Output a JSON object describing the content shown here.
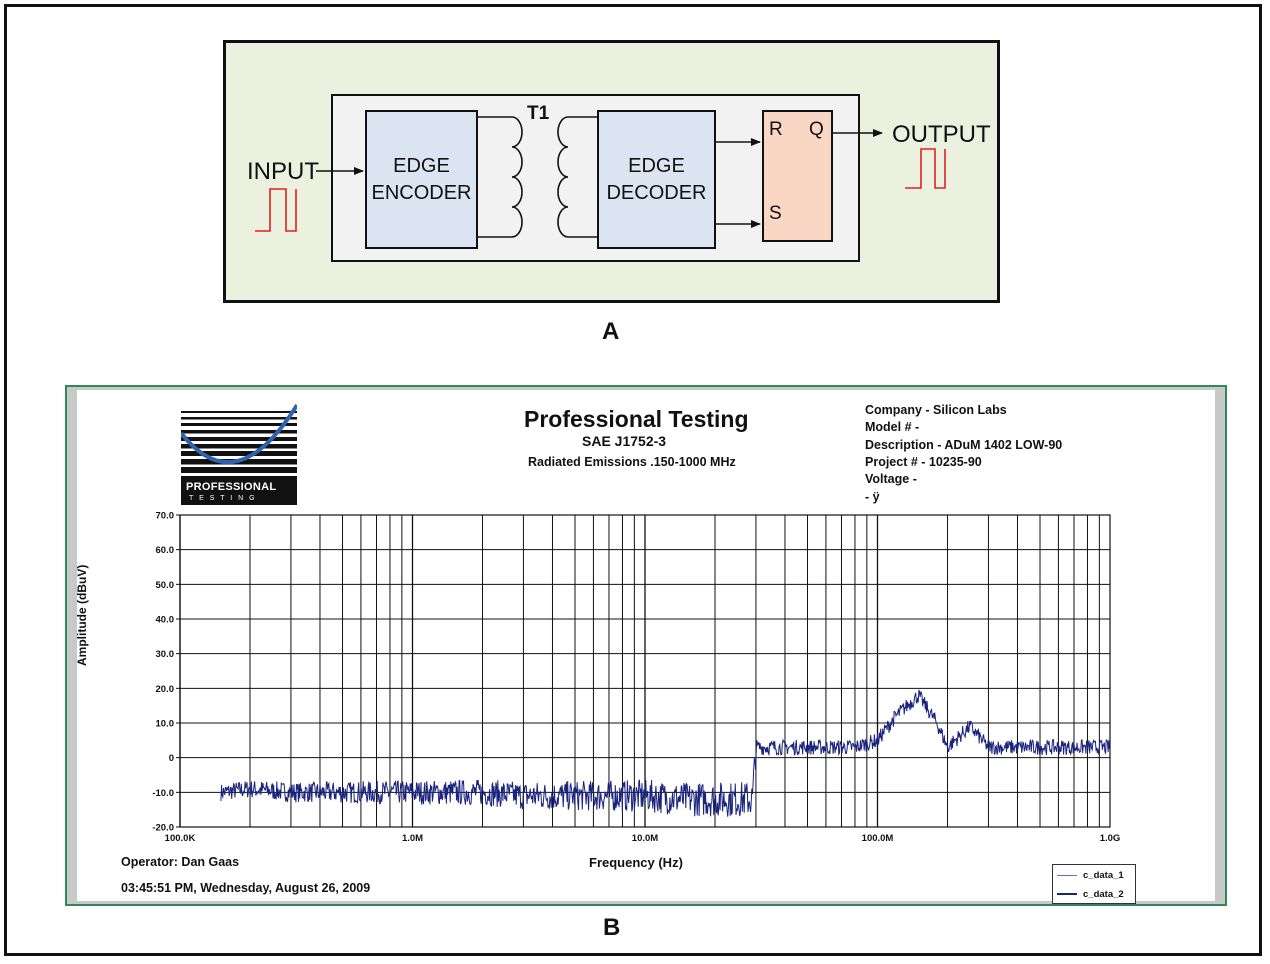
{
  "panel_a": {
    "tag": "A",
    "input_label": "INPUT",
    "output_label": "OUTPUT",
    "transformer_label": "T1",
    "encoder_line1": "EDGE",
    "encoder_line2": "ENCODER",
    "decoder_line1": "EDGE",
    "decoder_line2": "DECODER",
    "latch_r": "R",
    "latch_q": "Q",
    "latch_s": "S",
    "signal_color": "#e02020",
    "block_fill": "#dbe5f1",
    "latch_fill": "#f9d7c4",
    "panel_fill": "#ebf1de"
  },
  "panel_b": {
    "tag": "B",
    "title": "Professional Testing",
    "subtitle": "SAE J1752-3",
    "subtitle2": "Radiated Emissions .150-1000 MHz",
    "info": [
      "Company - Silicon Labs",
      "Model # -",
      "Description - ADuM 1402 LOW-90",
      "Project # - 10235-90",
      "Voltage -",
      " - ÿ"
    ],
    "logo_text_1": "PROFESSIONAL",
    "logo_text_2": "T E S T I N G",
    "operator": "Operator: Dan Gaas",
    "timestamp": "03:45:51 PM, Wednesday, August 26, 2009",
    "frame_color": "#2e8b57"
  },
  "chart_data": {
    "type": "line",
    "title": "",
    "xlabel": "Frequency (Hz)",
    "ylabel": "Amplitude (dBuV)",
    "x_scale": "log",
    "xlim": [
      100000,
      1000000000
    ],
    "ylim": [
      -20,
      70
    ],
    "grid": true,
    "x_ticks": [
      {
        "value": 100000,
        "label": "100.0K"
      },
      {
        "value": 1000000,
        "label": "1.0M"
      },
      {
        "value": 10000000,
        "label": "10.0M"
      },
      {
        "value": 100000000,
        "label": "100.0M"
      },
      {
        "value": 1000000000,
        "label": "1.0G"
      }
    ],
    "y_ticks": [
      {
        "value": 70,
        "label": "70.0"
      },
      {
        "value": 60,
        "label": "60.0"
      },
      {
        "value": 50,
        "label": "50.0"
      },
      {
        "value": 40,
        "label": "40.0"
      },
      {
        "value": 30,
        "label": "30.0"
      },
      {
        "value": 20,
        "label": "20.0"
      },
      {
        "value": 10,
        "label": "10.0"
      },
      {
        "value": 0,
        "label": "0"
      },
      {
        "value": -10,
        "label": "-10.0"
      },
      {
        "value": -20,
        "label": "-20.0"
      }
    ],
    "legend_position": "bottom-right",
    "series": [
      {
        "name": "c_data_1",
        "color": "#6070c8",
        "x": [],
        "y": []
      },
      {
        "name": "c_data_2",
        "color": "#1a237e",
        "x": [
          150000,
          200000,
          300000,
          500000,
          700000,
          1000000,
          2000000,
          3000000,
          5000000,
          7000000,
          10000000,
          15000000,
          20000000,
          29000000,
          30000000,
          40000000,
          60000000,
          80000000,
          100000000,
          120000000,
          150000000,
          180000000,
          200000000,
          250000000,
          300000000,
          500000000,
          700000000,
          1000000000
        ],
        "y": [
          -10,
          -9,
          -10,
          -10,
          -10,
          -10,
          -10,
          -11,
          -11,
          -11,
          -11,
          -12,
          -12,
          -12,
          3,
          3,
          3,
          3,
          5,
          12,
          18,
          10,
          3,
          9,
          3,
          3,
          3,
          3
        ]
      }
    ]
  }
}
